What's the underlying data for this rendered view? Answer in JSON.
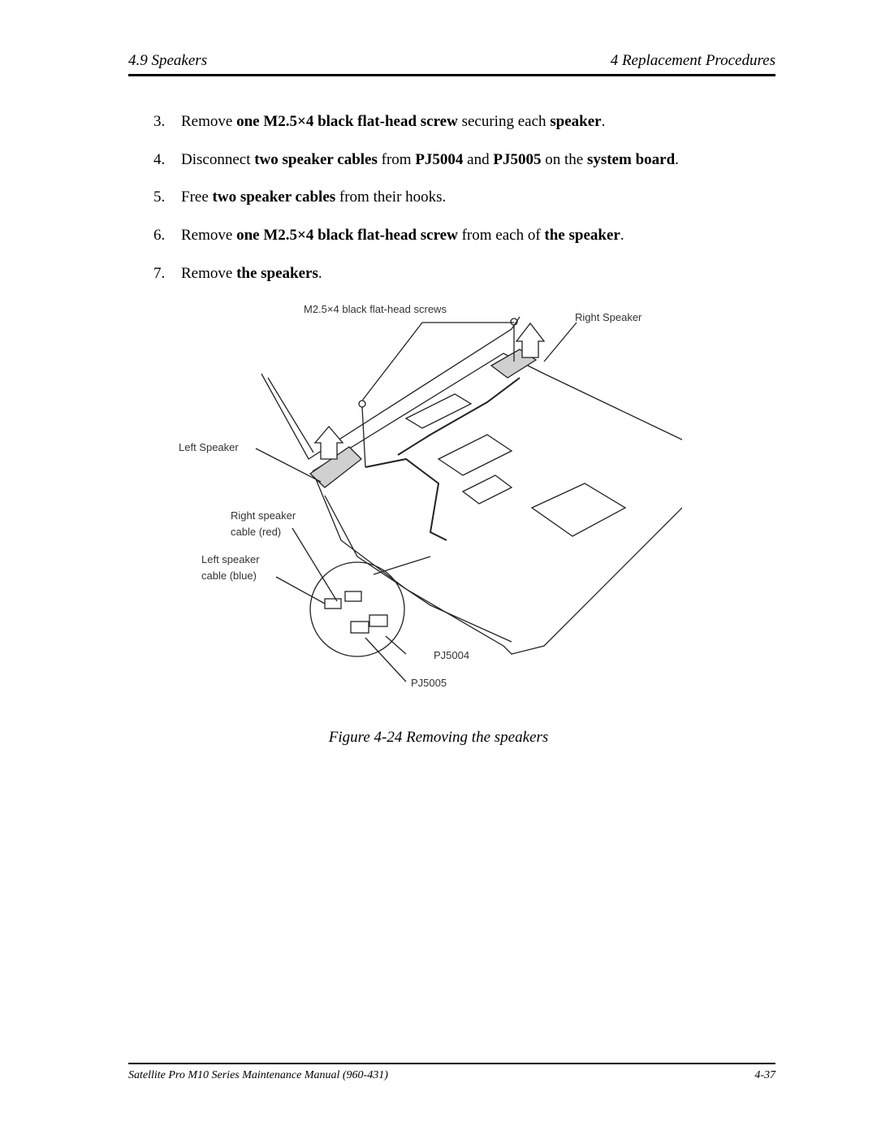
{
  "header": {
    "section": "4.9  Speakers",
    "chapter": "4  Replacement Procedures"
  },
  "steps": [
    {
      "num": "3.",
      "parts": [
        {
          "t": "Remove ",
          "b": false
        },
        {
          "t": "one M2.5×4 black flat-head screw",
          "b": true
        },
        {
          "t": " securing each ",
          "b": false
        },
        {
          "t": "speaker",
          "b": true
        },
        {
          "t": ".",
          "b": false
        }
      ]
    },
    {
      "num": "4.",
      "parts": [
        {
          "t": "Disconnect ",
          "b": false
        },
        {
          "t": "two speaker cables",
          "b": true
        },
        {
          "t": " from ",
          "b": false
        },
        {
          "t": "PJ5004",
          "b": true
        },
        {
          "t": " and ",
          "b": false
        },
        {
          "t": "PJ5005",
          "b": true
        },
        {
          "t": " on the ",
          "b": false
        },
        {
          "t": "system board",
          "b": true
        },
        {
          "t": ".",
          "b": false
        }
      ]
    },
    {
      "num": "5.",
      "parts": [
        {
          "t": "Free ",
          "b": false
        },
        {
          "t": "two speaker cables",
          "b": true
        },
        {
          "t": " from their hooks.",
          "b": false
        }
      ]
    },
    {
      "num": "6.",
      "parts": [
        {
          "t": "Remove ",
          "b": false
        },
        {
          "t": "one M2.5×4 black flat-head screw",
          "b": true
        },
        {
          "t": " from each of ",
          "b": false
        },
        {
          "t": "the speaker",
          "b": true
        },
        {
          "t": ".",
          "b": false
        }
      ]
    },
    {
      "num": "7.",
      "parts": [
        {
          "t": "Remove ",
          "b": false
        },
        {
          "t": "the speakers",
          "b": true
        },
        {
          "t": ".",
          "b": false
        }
      ]
    }
  ],
  "figure": {
    "labels": {
      "screws": "M2.5×4 black flat-head screws",
      "right_speaker": "Right Speaker",
      "left_speaker": "Left Speaker",
      "right_cable_1": "Right speaker",
      "right_cable_2": "cable (red)",
      "left_cable_1": "Left speaker",
      "left_cable_2": "cable (blue)",
      "pj5004": "PJ5004",
      "pj5005": "PJ5005"
    },
    "caption": "Figure 4-24  Removing the speakers"
  },
  "footer": {
    "manual": "Satellite Pro M10 Series Maintenance Manual (960-431)",
    "page": "4-37"
  }
}
